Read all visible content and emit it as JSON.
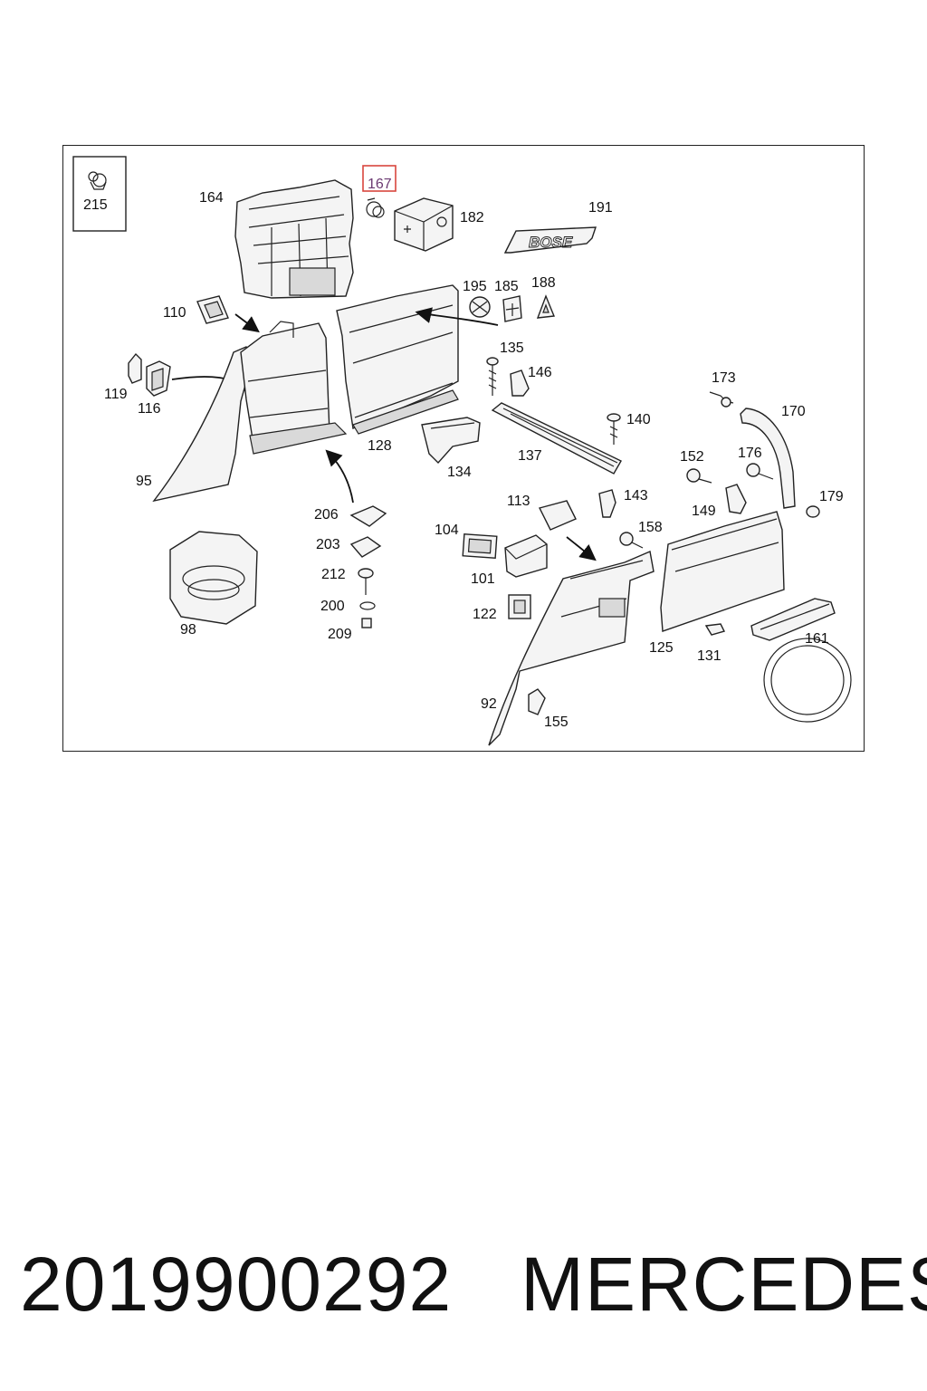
{
  "diagram": {
    "callouts": {
      "c215": "215",
      "c164": "164",
      "c167": "167",
      "c182": "182",
      "c191": "191",
      "c110": "110",
      "c195": "195",
      "c185": "185",
      "c188": "188",
      "c135": "135",
      "c146": "146",
      "c119": "119",
      "c116": "116",
      "c128": "128",
      "c173": "173",
      "c170": "170",
      "c140": "140",
      "c134": "134",
      "c137": "137",
      "c95": "95",
      "c152": "152",
      "c176": "176",
      "c143": "143",
      "c113": "113",
      "c206": "206",
      "c149": "149",
      "c179": "179",
      "c104": "104",
      "c158": "158",
      "c203": "203",
      "c212": "212",
      "c101": "101",
      "c200": "200",
      "c98": "98",
      "c209": "209",
      "c122": "122",
      "c125": "125",
      "c131": "131",
      "c161": "161",
      "c92": "92",
      "c155": "155"
    },
    "emblem_text": "BOSE",
    "highlight_color": "#d9463e"
  },
  "footer": {
    "part_number": "2019900292",
    "brand": "MERCEDES"
  }
}
